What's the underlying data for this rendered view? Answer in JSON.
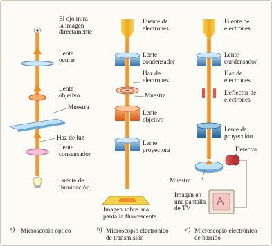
{
  "panel_a": {
    "label_eye": "El ojo mira\nla imagen\ndirectamente",
    "label_ocular": "Lente\nocular",
    "label_objetivo": "Lente\nobjetivo",
    "label_muestra": "Muestra",
    "label_haz": "Haz de luz",
    "label_consensador": "Lente\nconsensador",
    "label_fuente": "Fuente de\niluminación",
    "caption_letter": "a)",
    "caption": "Microscopio óptico"
  },
  "panel_b": {
    "label_fuente": "Fuente de\nelectrones",
    "label_condensador": "Lente\ncondensador",
    "label_haz": "Haz de\nelectrones",
    "label_muestra": "Muestra",
    "label_objetivo": "Lente\nobjetivo",
    "label_proyectora": "Lente\nproyectora",
    "label_imagen": "Imagen sobre una\npantalla fluorescente",
    "caption_letter": "b)",
    "caption": "Microscopio electrónico\nde transmisión"
  },
  "panel_c": {
    "label_fuente": "Fuente de\nelectrones",
    "label_condensador": "Lente\ncondensador",
    "label_haz": "Haz de\nelectrones",
    "label_deflector": "Deflector de\nelectrones",
    "label_proyeccion": "Lente de\nproyección",
    "label_detector": "Detector",
    "label_muestra": "Muestra",
    "label_imagen": "Imagen en\nuna pantalla\nde TV",
    "caption_letter": "c)",
    "caption": "Microscopio electrónico\nde barrido"
  },
  "colors": {
    "beam_orange": "#f39a33",
    "electron_gun": "#f4c12a",
    "lens_blue": "#4f8ec4",
    "lens_orange": "#e56a2a",
    "lens_pink": "#e7a6c5",
    "stage_blue": "#9fd0ee",
    "deflector_red": "#e35050"
  }
}
